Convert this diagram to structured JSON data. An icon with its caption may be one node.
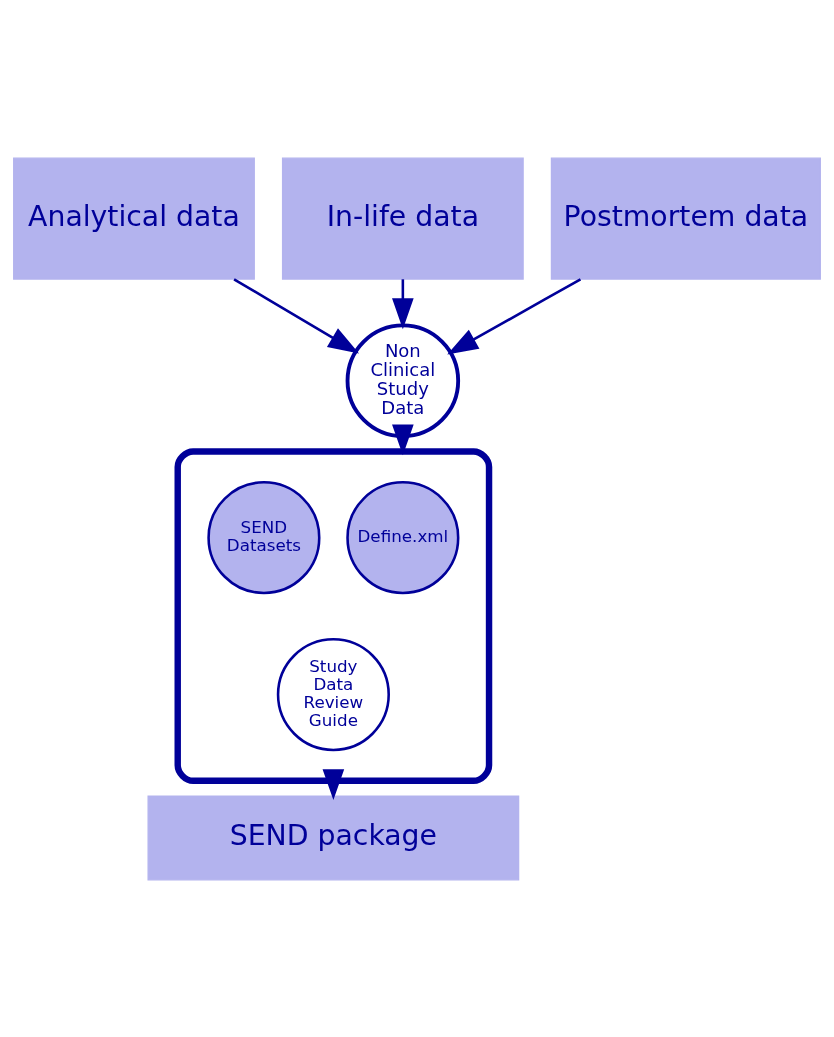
{
  "diagram": {
    "nodes": [
      {
        "text": [
          "Analytical data"
        ]
      },
      {
        "text": [
          "In-life data"
        ]
      },
      {
        "text": [
          "Postmortem data"
        ]
      },
      {
        "text": [
          "Non Clinical Study Data"
        ]
      },
      {
        "text": [],
        "shape": "funnel"
      },
      {
        "text": [
          "Define.xml"
        ],
        "in": 4
      },
      {
        "text": [
          "SEND Datasets"
        ],
        "in": 4
      },
      {
        "text": [
          "Study Data Review Guide"
        ],
        "in": 4
      },
      {
        "text": [
          "SEND package"
        ]
      }
    ],
    "edges": [
      {
        "from": 0,
        "to": 3,
        "arrow": "to"
      },
      {
        "from": 1,
        "to": 3,
        "arrow": "to"
      },
      {
        "from": 2,
        "to": 3,
        "arrow": "to"
      },
      {
        "from": 3,
        "to": 4,
        "arrow": "to"
      },
      {
        "from": 4,
        "to": 8,
        "arrow": "to"
      }
    ]
  }
}
